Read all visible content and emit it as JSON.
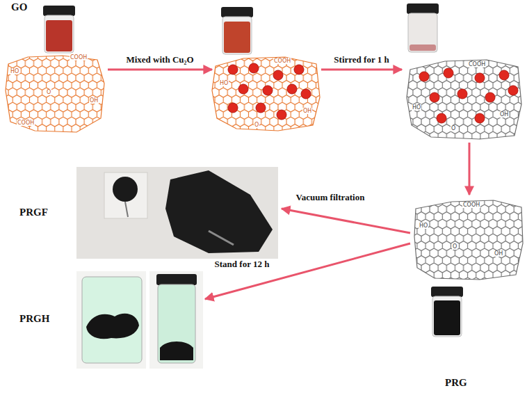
{
  "diagram": {
    "nodes": [
      {
        "text": [
          "GO",
          "HO",
          "COOH",
          "OH",
          "O",
          "COOH"
        ]
      },
      {
        "text": [
          "COOH",
          "OH",
          "HO",
          "O"
        ]
      },
      {
        "text": [
          "HO",
          "COOH",
          "OH",
          "O"
        ]
      },
      {
        "text": [
          "PRG",
          "HO",
          "COOH",
          "OH",
          "O"
        ]
      },
      {
        "text": [
          "PRGF"
        ]
      },
      {
        "text": [
          "PRGH"
        ]
      }
    ],
    "edges": [
      {
        "from": 0,
        "to": 1,
        "arrow": "to",
        "label": "Mixed with Cu₂O"
      },
      {
        "from": 1,
        "to": 2,
        "arrow": "to",
        "label": "Stirred for 1 h"
      },
      {
        "from": 2,
        "to": 3,
        "arrow": "to"
      },
      {
        "from": 3,
        "to": 4,
        "arrow": "to",
        "label": "Vacuum filtration"
      },
      {
        "from": 3,
        "to": 5,
        "arrow": "to",
        "label": "Stand for 12 h"
      }
    ]
  }
}
